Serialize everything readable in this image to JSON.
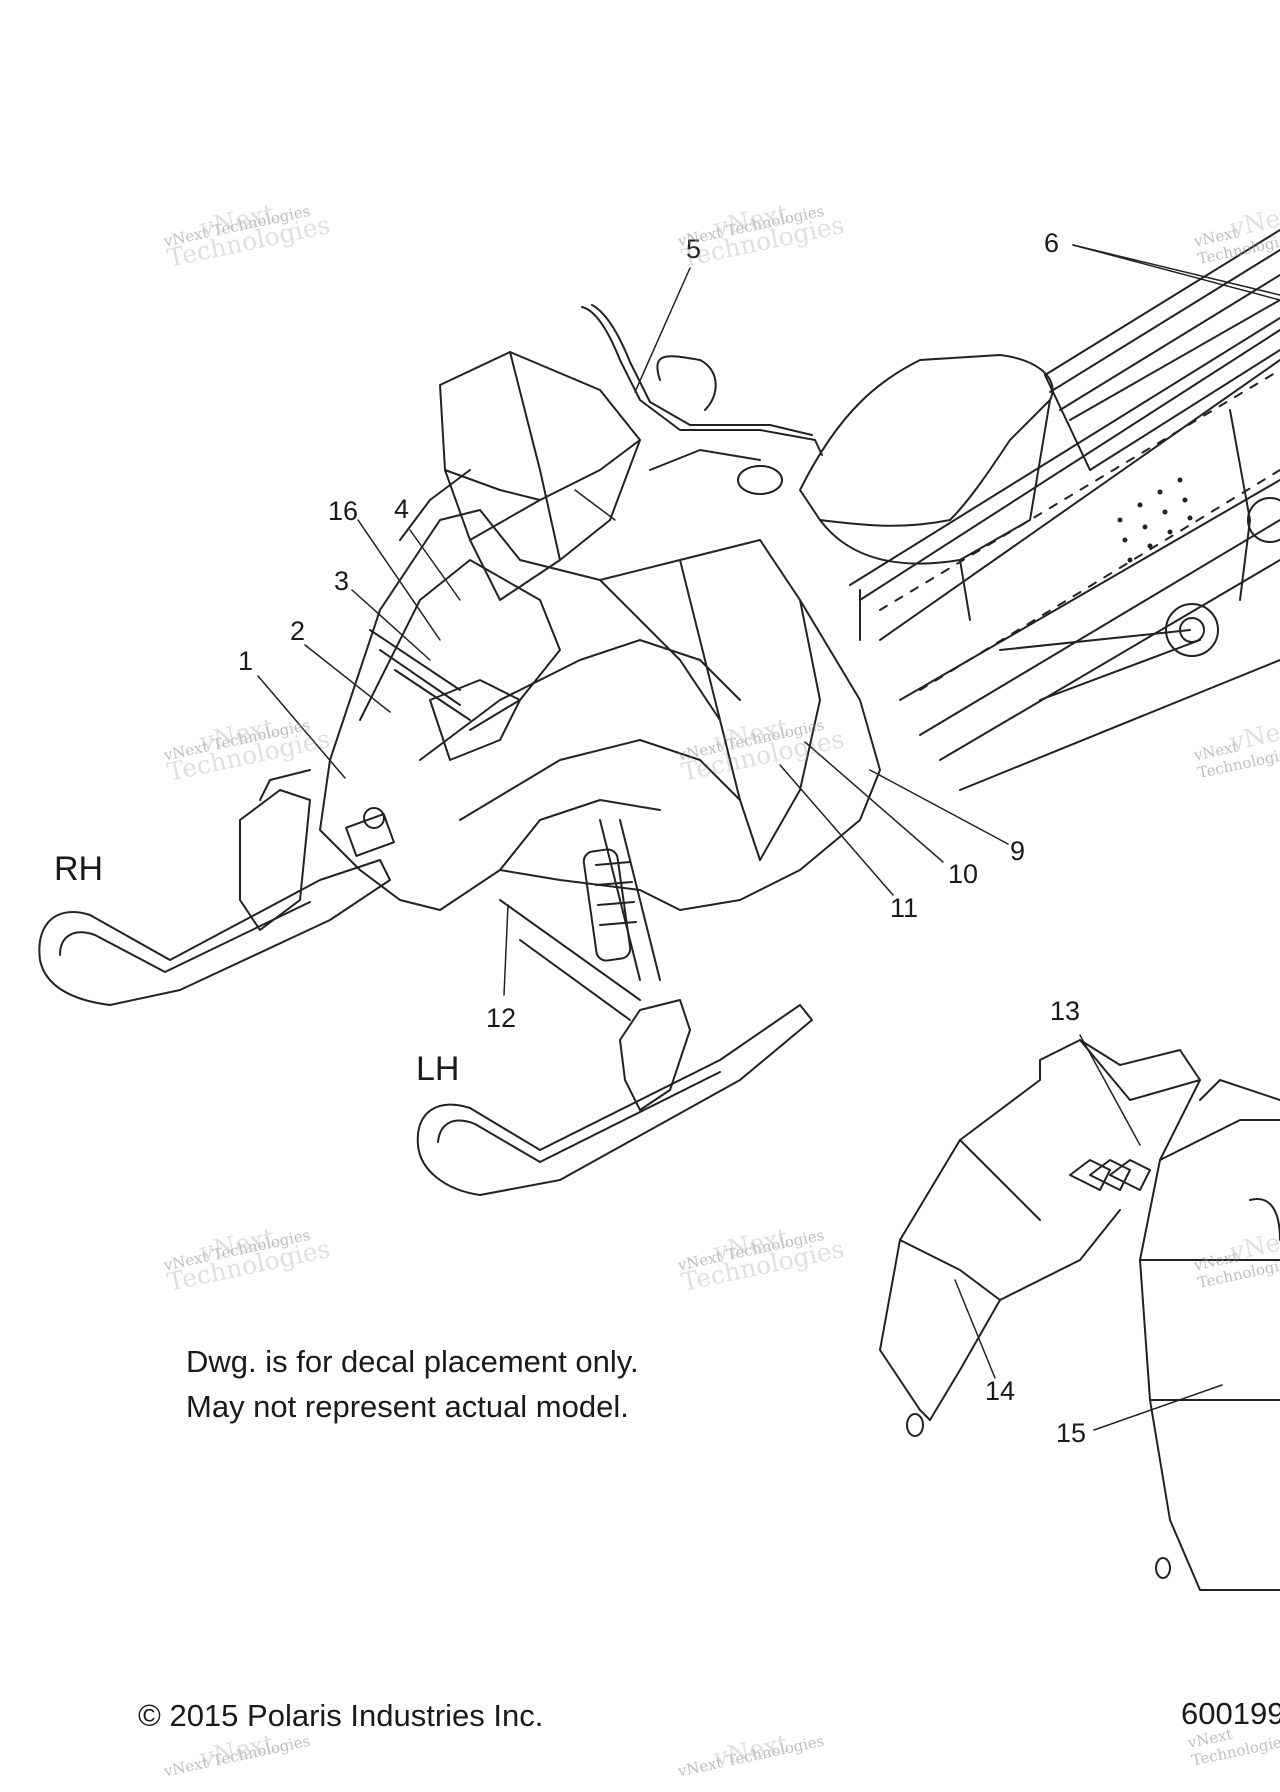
{
  "callouts": {
    "c1": "1",
    "c2": "2",
    "c3": "3",
    "c4": "4",
    "c5": "5",
    "c6": "6",
    "c9": "9",
    "c10": "10",
    "c11": "11",
    "c12": "12",
    "c13": "13",
    "c14": "14",
    "c15": "15",
    "c16": "16"
  },
  "side_labels": {
    "right": "RH",
    "left": "LH"
  },
  "note": {
    "line1": "Dwg. is for decal placement only.",
    "line2": "May not represent actual model."
  },
  "copyright": "© 2015 Polaris Industries Inc.",
  "drawing_number": "600199",
  "watermark": {
    "brand": "vNext",
    "name": "vNext Technologies",
    "word": "Technologies"
  }
}
